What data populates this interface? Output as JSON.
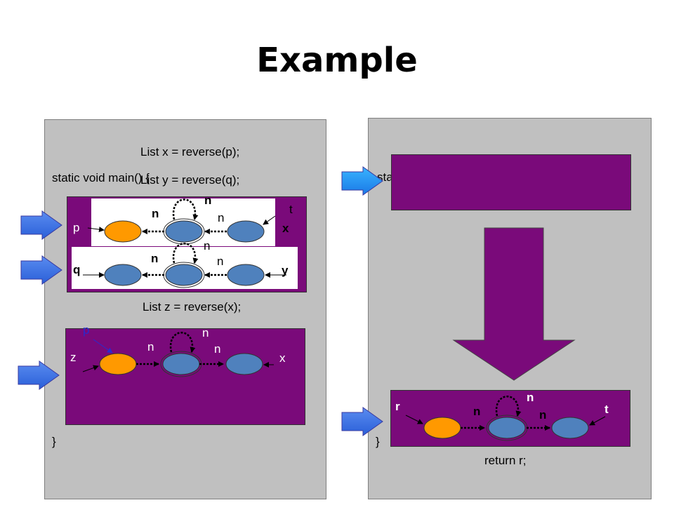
{
  "title": "Example",
  "left": {
    "line_main": "static void main() {",
    "line_x": "List x = reverse(p);",
    "line_y": "List y = reverse(q);",
    "line_z": "List z = reverse(x);",
    "close_brace": "}",
    "graph1": {
      "var_p": "p",
      "var_t": "t",
      "var_x": "x",
      "n1": "n",
      "n2": "n",
      "n3": "n",
      "n4": "n"
    },
    "graph2": {
      "var_q": "q",
      "var_y": "y",
      "n1": "n",
      "n2": "n"
    },
    "graph3": {
      "var_p": "p",
      "var_z": "z",
      "var_x": "x",
      "n1": "n",
      "n2": "n",
      "n3": "n"
    }
  },
  "right": {
    "line_partial": "sta",
    "close_brace": "}",
    "return_line": "return r;",
    "graph": {
      "var_r": "r",
      "var_t": "t",
      "n1": "n",
      "n2": "n",
      "n3": "n"
    }
  },
  "colors": {
    "panel": "#c0c0c0",
    "box": "#7a0a7a",
    "node_orange": "#ff9900",
    "node_blue": "#4f81bd",
    "pointer_blue": "#3a6fe8"
  }
}
